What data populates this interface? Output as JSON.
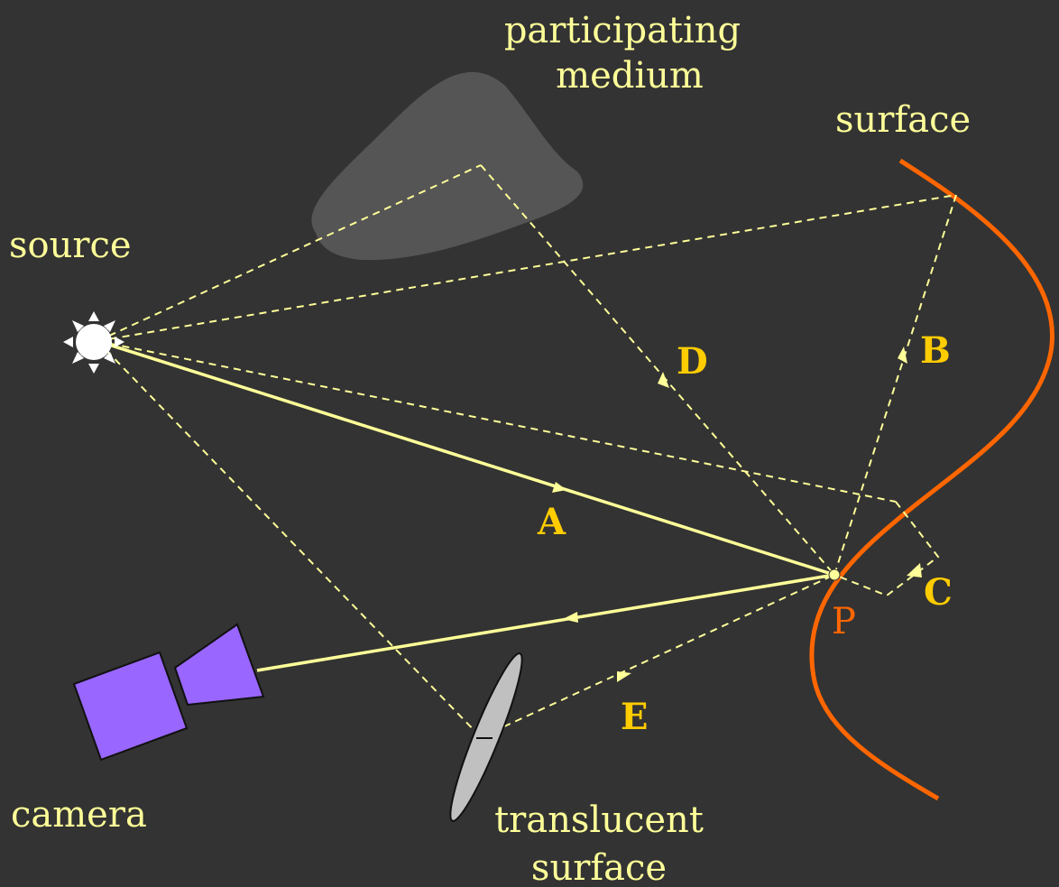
{
  "labels": {
    "participating_medium": [
      "participating",
      "medium"
    ],
    "surface": "surface",
    "source": "source",
    "camera": "camera",
    "translucent_surface": [
      "translucent",
      "surface"
    ],
    "point": "P"
  },
  "paths": {
    "A": "A",
    "B": "B",
    "C": "C",
    "D": "D",
    "E": "E"
  },
  "colors": {
    "background": "#333333",
    "label_text": "#FFFF99",
    "path_label": "#FFCC00",
    "surface_curve": "#FF6600",
    "ray": "#FFFF99",
    "camera": "#9966FF",
    "medium": "#555555",
    "translucent": "#C0C0C0"
  }
}
